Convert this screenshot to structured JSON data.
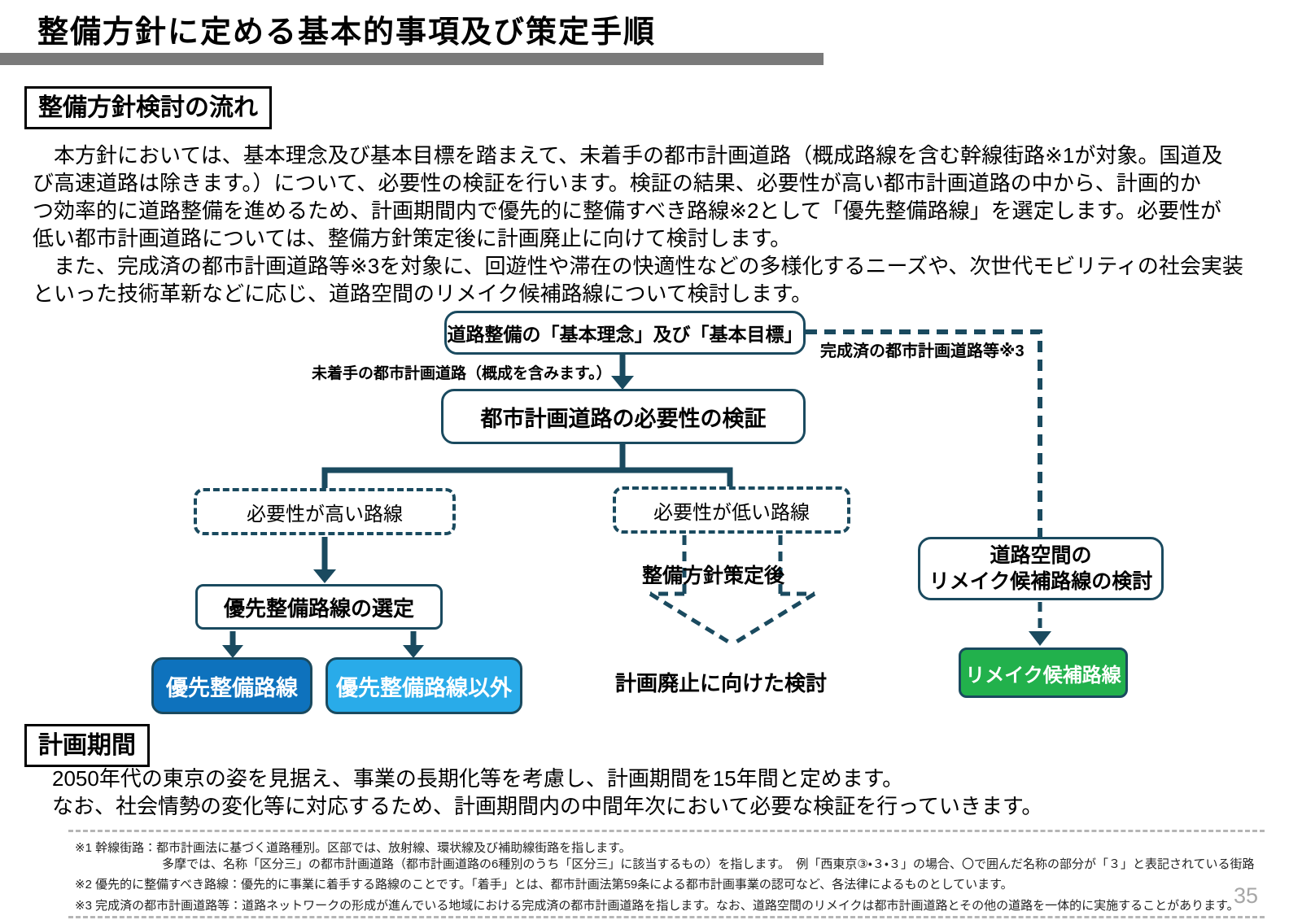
{
  "page": {
    "title": "整備方針に定める基本的事項及び策定手順",
    "page_number": "35"
  },
  "flow_section": {
    "heading": "整備方針検討の流れ",
    "paragraph_lines": [
      "　本方針においては、基本理念及び基本目標を踏まえて、未着手の都市計画道路（概成路線を含む幹線街路※1が対象。国道及",
      "び高速道路は除きます。）について、必要性の検証を行います。検証の結果、必要性が高い都市計画道路の中から、計画的か",
      "つ効率的に道路整備を進めるため、計画期間内で優先的に整備すべき路線※2として「優先整備路線」を選定します。必要性が",
      "低い都市計画道路については、整備方針策定後に計画廃止に向けて検討します。",
      "　また、完成済の都市計画道路等※3を対象に、回遊性や滞在の快適性などの多様化するニーズや、次世代モビリティの社会実装",
      "といった技術革新などに応じ、道路空間のリメイク候補路線について検討します。"
    ]
  },
  "diagram": {
    "top_box": "道路整備の「基本理念」及び「基本目標」",
    "label_unstarted": "未着手の都市計画道路（概成を含みます。）",
    "label_completed": "完成済の都市計画道路等※3",
    "verify_box": "都市計画道路の必要性の検証",
    "high_need_box": "必要性が高い路線",
    "low_need_box": "必要性が低い路線",
    "select_box": "優先整備路線の選定",
    "priority_box": "優先整備路線",
    "non_priority_box": "優先整備路線以外",
    "after_policy_label": "整備方針策定後",
    "abolition_label": "計画廃止に向けた検討",
    "remake_study_box_line1": "道路空間の",
    "remake_study_box_line2": "リメイク候補路線の検討",
    "remake_box": "リメイク候補路線",
    "colors": {
      "line": "#1a4a5f",
      "priority_fill": "#0e72bd",
      "non_priority_fill": "#29abe9",
      "remake_fill": "#22b14c",
      "bar": "#7a7a7a"
    }
  },
  "period_section": {
    "heading": "計画期間",
    "lines": [
      "2050年代の東京の姿を見据え、事業の長期化等を考慮し、計画期間を15年間と定めます。",
      "なお、社会情勢の変化等に対応するため、計画期間内の中間年次において必要な検証を行っていきます。"
    ]
  },
  "footnotes": {
    "f1_line1": "※1 幹線街路：都市計画法に基づく道路種別。区部では、放射線、環状線及び補助線街路を指します。",
    "f1_line2": "多摩では、名称「区分三」の都市計画道路（都市計画道路の6種別のうち「区分三」に該当するもの）を指します。　例「西東京③・３・３」の場合、〇で囲んだ名称の部分が「３」と表記されている街路",
    "f2": "※2 優先的に整備すべき路線：優先的に事業に着手する路線のことです。「着手」とは、都市計画法第59条による都市計画事業の認可など、各法律によるものとしています。",
    "f3": "※3 完成済の都市計画道路等：道路ネットワークの形成が進んでいる地域における完成済の都市計画道路を指します。なお、道路空間のリメイクは都市計画道路とその他の道路を一体的に実施することがあります。"
  }
}
